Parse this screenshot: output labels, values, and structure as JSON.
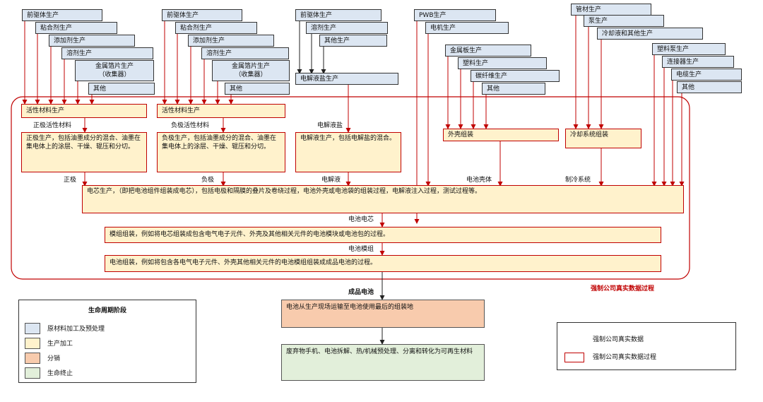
{
  "col1": {
    "inputs": [
      "前驱体生产",
      "粘合剂生产",
      "添加剂生产",
      "溶剂生产",
      "金属箔片生产\n（收集器）",
      "其他"
    ],
    "process": "活性材料生产",
    "out_label": "正极活性材料",
    "desc": "正极生产，包括油墨成分的混合、油墨在集电体上的涂层、干燥、辊压和分切。",
    "product_label": "正极"
  },
  "col2": {
    "inputs": [
      "前驱体生产",
      "粘合剂生产",
      "添加剂生产",
      "溶剂生产",
      "金属箔片生产\n（收集器）",
      "其他"
    ],
    "process": "活性材料生产",
    "out_label": "负极活性材料",
    "desc": "负极生产，包括油墨成分的混合、油墨在集电体上的涂层、干燥、辊压和分切。",
    "product_label": "负极"
  },
  "col3": {
    "inputs": [
      "前驱体生产",
      "溶剂生产",
      "其他生产"
    ],
    "process": "电解液盐生产",
    "out_label": "电解液盐",
    "desc": "电解液生产，包括电解盐的混合。",
    "product_label": "电解液"
  },
  "col4": {
    "inputs": [
      "PWB生产",
      "电机生产",
      "金属板生产",
      "塑料生产",
      "碳纤维生产",
      "其他"
    ],
    "process": "外壳组装",
    "product_label": "电池壳体"
  },
  "col5": {
    "inputs": [
      "管材生产",
      "泵生产",
      "冷却液和其他生产",
      "塑料泵生产",
      "连接器生产",
      "电缆生产",
      "其他"
    ],
    "process": "冷却系统组装",
    "product_label": "制冷系统"
  },
  "cell_text": "电芯生产，（即把电池组件组装成电芯），包括电极和隔膜的叠片及卷绕过程，电池外壳或电池袋的组装过程，电解液注入过程，测试过程等。",
  "cell_label": "电池电芯",
  "module_text": "模组组装，例如将电芯组装成包含电气电子元件、外壳及其他相关元件的电池模块或电池包的过程。",
  "module_label": "电池模组",
  "pack_text": "电池组装，例如将包含各电气电子元件、外壳其他相关元件的电池模组组装成成品电池的过程。",
  "finished_label": "成品电池",
  "mandatory_label": "强制公司真实数据过程",
  "dist_text": "电池从生产现场运输至电池使用最后的组装地",
  "eol_text": "废弃物手机、电池拆解、热/机械预处理、分离和转化为可再生材料",
  "legend1": {
    "title": "生命周期阶段",
    "items": [
      {
        "label": "原材料加工及预处理",
        "color": "#dce6f2"
      },
      {
        "label": "生产加工",
        "color": "#fff2cc"
      },
      {
        "label": "分销",
        "color": "#f8cbad"
      },
      {
        "label": "生命终止",
        "color": "#e2efda"
      }
    ]
  },
  "legend2": {
    "items": [
      "强制公司真实数据",
      "强制公司真实数据过程"
    ]
  },
  "colors": {
    "raw": "#dce6f2",
    "prod": "#fff2cc",
    "dist": "#f8cbad",
    "eol": "#e2efda",
    "accent": "#c00000"
  }
}
